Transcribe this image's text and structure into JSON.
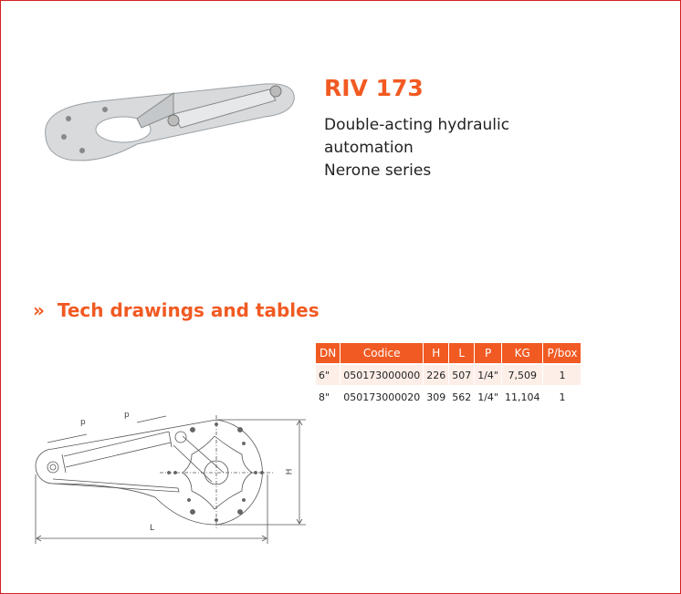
{
  "product": {
    "title": "RIV 173",
    "description": [
      "Double-acting hydraulic",
      "automation",
      "Nerone series"
    ]
  },
  "section": {
    "marker": "»",
    "title": "Tech drawings and tables"
  },
  "table": {
    "headers": [
      "DN",
      "Codice",
      "H",
      "L",
      "P",
      "KG",
      "P/box"
    ],
    "rows": [
      [
        "6\"",
        "050173000000",
        "226",
        "507",
        "1/4\"",
        "7,509",
        "1"
      ],
      [
        "8\"",
        "050173000020",
        "309",
        "562",
        "1/4\"",
        "11,104",
        "1"
      ]
    ]
  },
  "drawing": {
    "labels": {
      "p1": "p",
      "p2": "p",
      "h": "H",
      "l": "L"
    }
  },
  "colors": {
    "accent": "#f15a22",
    "border": "#d42020"
  }
}
